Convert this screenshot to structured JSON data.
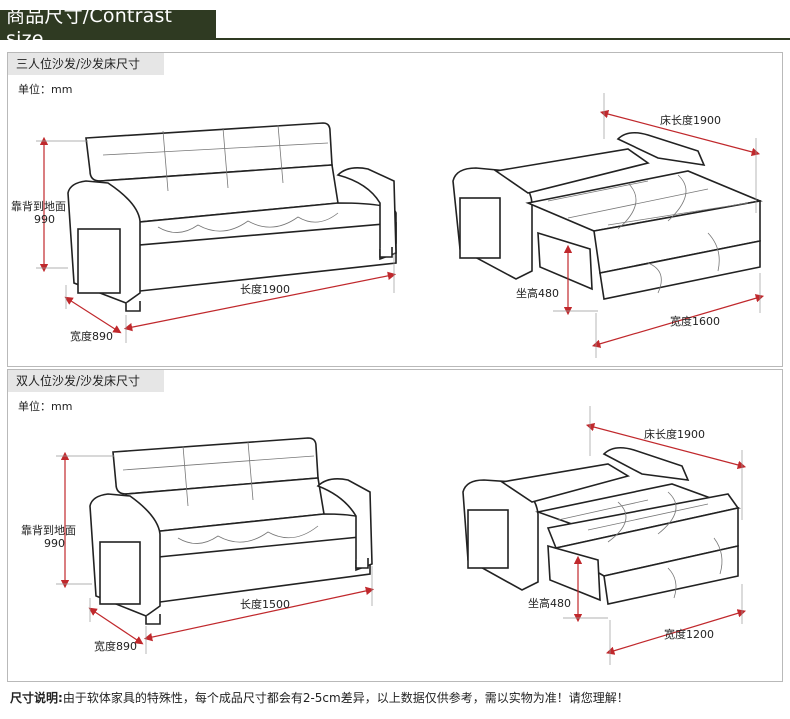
{
  "header": {
    "title": "商品尺寸/Contrast size"
  },
  "panels": [
    {
      "title": "三人位沙发/沙发床尺寸",
      "unit": "单位：mm",
      "labels": {
        "backrest": "靠背到地面",
        "backrest_value": "990",
        "length": "长度1900",
        "width": "宽度890",
        "bed_length": "床长度1900",
        "seat_height": "坐高480",
        "bed_width": "宽度1600"
      }
    },
    {
      "title": "双人位沙发/沙发床尺寸",
      "unit": "单位：mm",
      "labels": {
        "backrest": "靠背到地面",
        "backrest_value": "990",
        "length": "长度1500",
        "width": "宽度890",
        "bed_length": "床长度1900",
        "seat_height": "坐高480",
        "bed_width": "宽度1200"
      }
    }
  ],
  "footer": {
    "label": "尺寸说明:",
    "text": "由于软体家具的特殊性，每个成品尺寸都会有2-5cm差异，以上数据仅供参考，需以实物为准！请您理解！"
  },
  "colors": {
    "header_bg": "#2f3a22",
    "dimension_line": "#c0282c",
    "panel_head_bg": "#e6e6e6"
  }
}
